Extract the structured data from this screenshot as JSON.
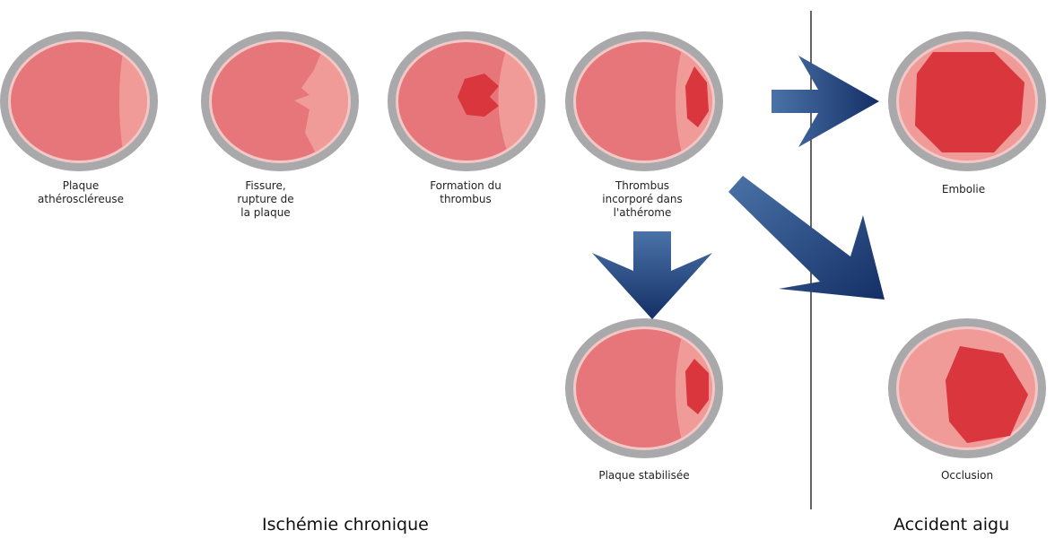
{
  "stages": {
    "plaque": {
      "line1": "Plaque",
      "line2": "athéroscléreuse"
    },
    "fissure": {
      "line1": "Fissure,",
      "line2": "rupture de",
      "line3": "la plaque"
    },
    "formation": {
      "line1": "Formation du",
      "line2": "thrombus"
    },
    "thrombus": {
      "line1": "Thrombus",
      "line2": "incorporé dans",
      "line3": "l'athérome"
    },
    "embolie": {
      "line1": "Embolie"
    },
    "stabilisee": {
      "line1": "Plaque stabilisée"
    },
    "occlusion": {
      "line1": "Occlusion"
    }
  },
  "sections": {
    "chronic": "Ischémie chronique",
    "acute": "Accident aigu"
  },
  "colors": {
    "vessel_wall": "#a9a9ab",
    "lumen": "#e7767a",
    "plaque": "#f19b99",
    "thrombus": "#d9363d",
    "arrow": "#1f3f78",
    "divider": "#333333"
  }
}
